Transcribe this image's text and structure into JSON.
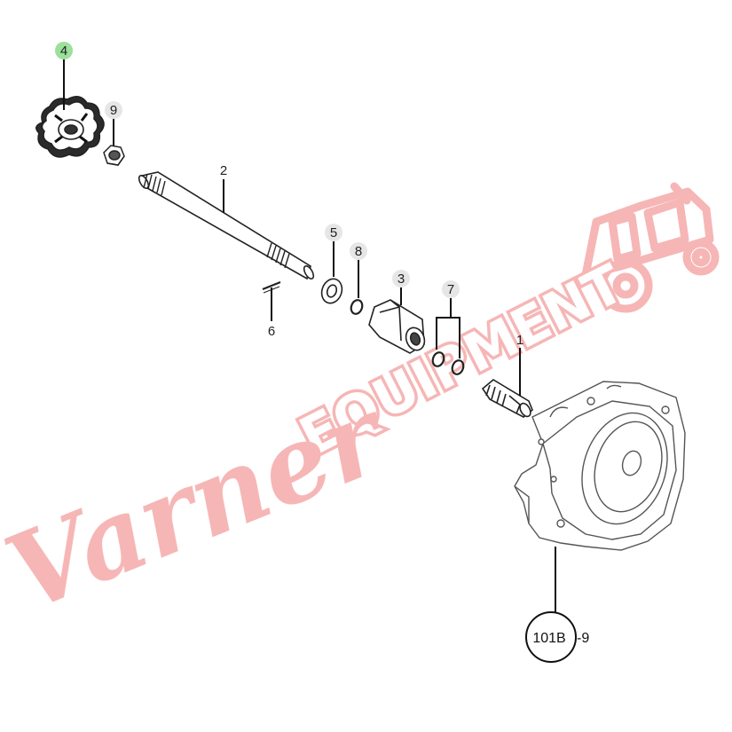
{
  "diagram": {
    "callouts": {
      "c1": "1",
      "c2": "2",
      "c3": "3",
      "c4": "4",
      "c5": "5",
      "c6": "6",
      "c7": "7",
      "c8": "8",
      "c9": "9"
    },
    "reference": {
      "circled": "101B",
      "suffix": "-9"
    },
    "highlight_color": "#9be09b"
  },
  "watermark": {
    "script": "Varner",
    "block": "EQUIPMENT",
    "color": "#f5a9a9",
    "icon": "tractor-icon"
  }
}
